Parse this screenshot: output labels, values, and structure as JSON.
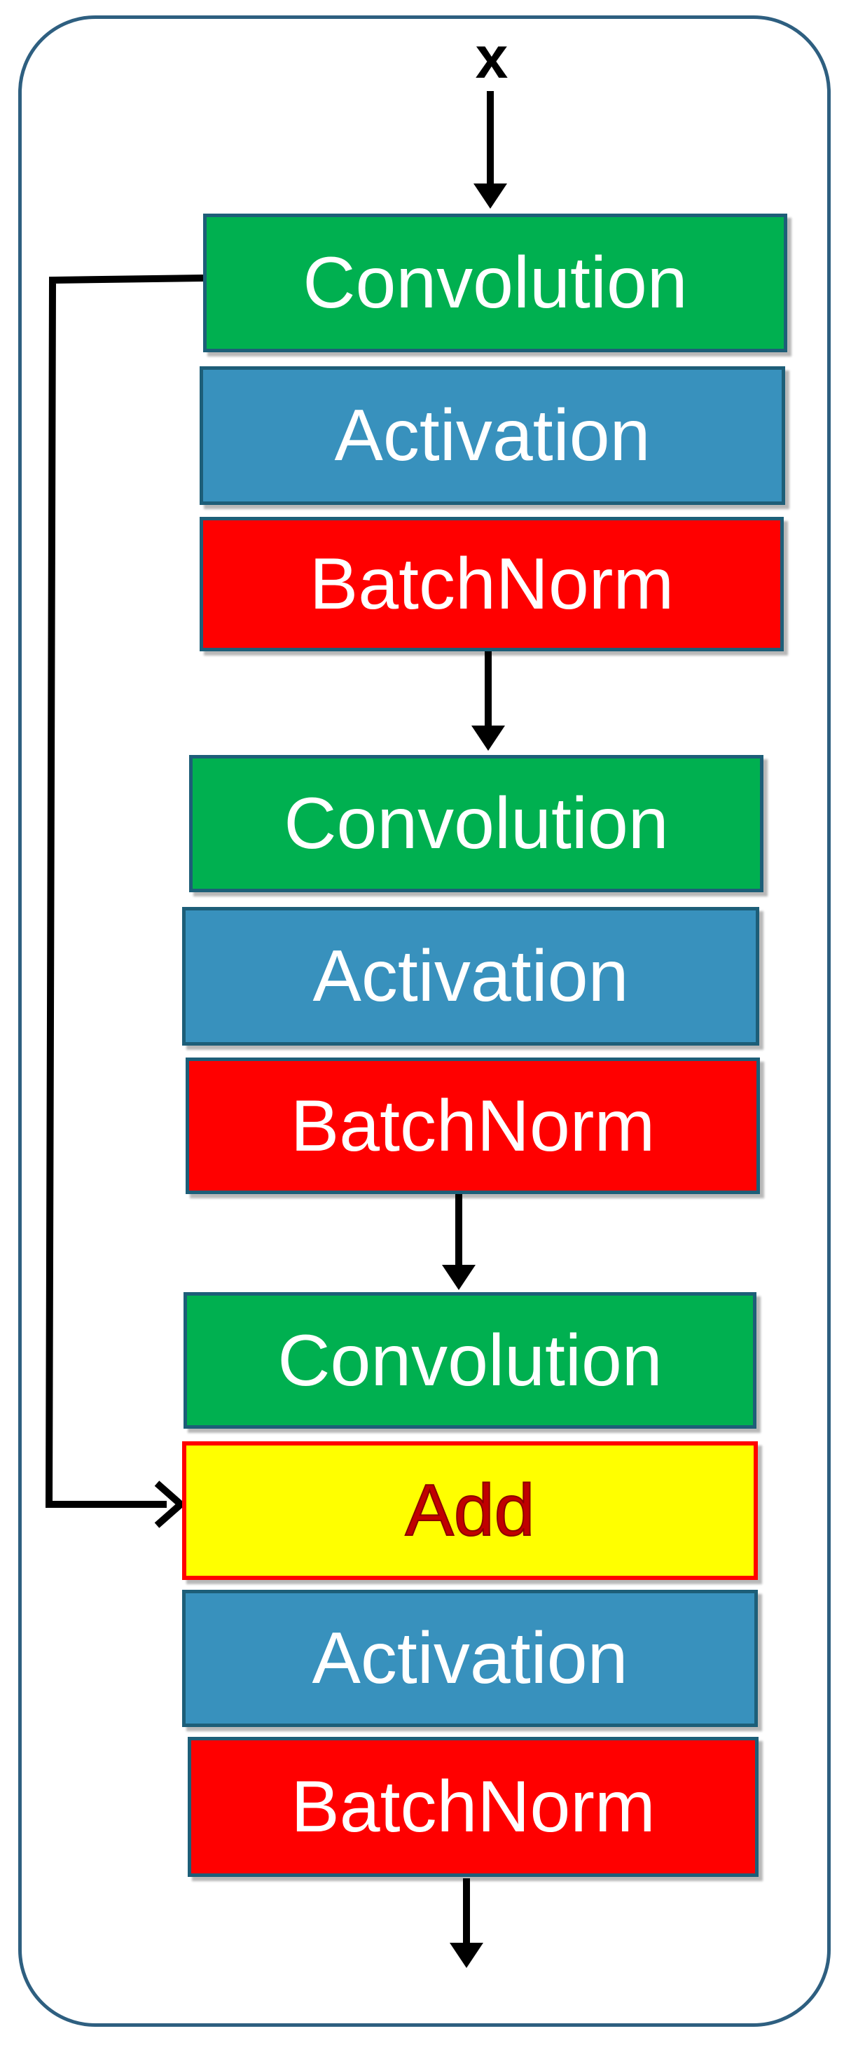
{
  "diagram": {
    "input_label": "x",
    "blocks": [
      {
        "type": "Convolution",
        "label": "Convolution"
      },
      {
        "type": "Activation",
        "label": "Activation"
      },
      {
        "type": "BatchNorm",
        "label": "BatchNorm"
      },
      {
        "type": "Convolution",
        "label": "Convolution"
      },
      {
        "type": "Activation",
        "label": "Activation"
      },
      {
        "type": "BatchNorm",
        "label": "BatchNorm"
      },
      {
        "type": "Convolution",
        "label": "Convolution"
      },
      {
        "type": "Add",
        "label": "Add"
      },
      {
        "type": "Activation",
        "label": "Activation"
      },
      {
        "type": "BatchNorm",
        "label": "BatchNorm"
      }
    ],
    "colors": {
      "convolution": "#00b050",
      "activation": "#3891bd",
      "batchnorm": "#ff0000",
      "add": "#ffff00",
      "add_text": "#c00000",
      "frame_border": "#2e5f80",
      "connector": "#000000"
    }
  }
}
